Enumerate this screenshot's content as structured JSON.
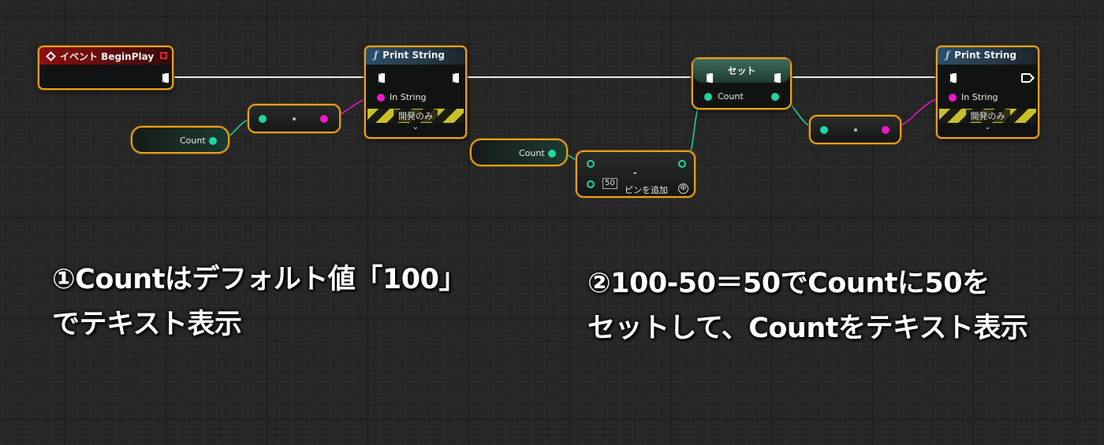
{
  "graph": {
    "begin_play": {
      "title": "イベント BeginPlay"
    },
    "print_string_1": {
      "title": "Print String",
      "in_string_label": "In String",
      "dev_only_label": "開発のみ",
      "chevron": "⌄"
    },
    "get_count_1": {
      "label": "Count"
    },
    "conversion_1": {},
    "get_count_2": {
      "label": "Count"
    },
    "subtract": {
      "op_label": "-",
      "literal_value": "50",
      "add_pin_label": "ピンを追加",
      "add_pin_icon": "⊕"
    },
    "set_count": {
      "title": "セット",
      "pin_label": "Count"
    },
    "conversion_2": {},
    "print_string_2": {
      "title": "Print String",
      "in_string_label": "In String",
      "dev_only_label": "開発のみ",
      "chevron": "⌄"
    }
  },
  "captions": {
    "left_line1": "①Countはデフォルト値「100」",
    "left_line2": "でテキスト表示",
    "right_line1": "②100-50＝50でCountに50を",
    "right_line2": "セットして、Countをテキスト表示"
  },
  "colors": {
    "exec_wire": "#ffffff",
    "int_pin": "#1fd6a8",
    "string_pin": "#f018c6",
    "selection_outline": "#e6a01e",
    "event_header": "#8c1010",
    "function_header": "#2e4f66"
  },
  "icons": {
    "event": "event-diamond-icon",
    "function": "function-f-icon",
    "delegate": "delegate-pin-icon",
    "add_pin": "add-pin-plus-icon",
    "expand": "chevron-down-icon"
  }
}
